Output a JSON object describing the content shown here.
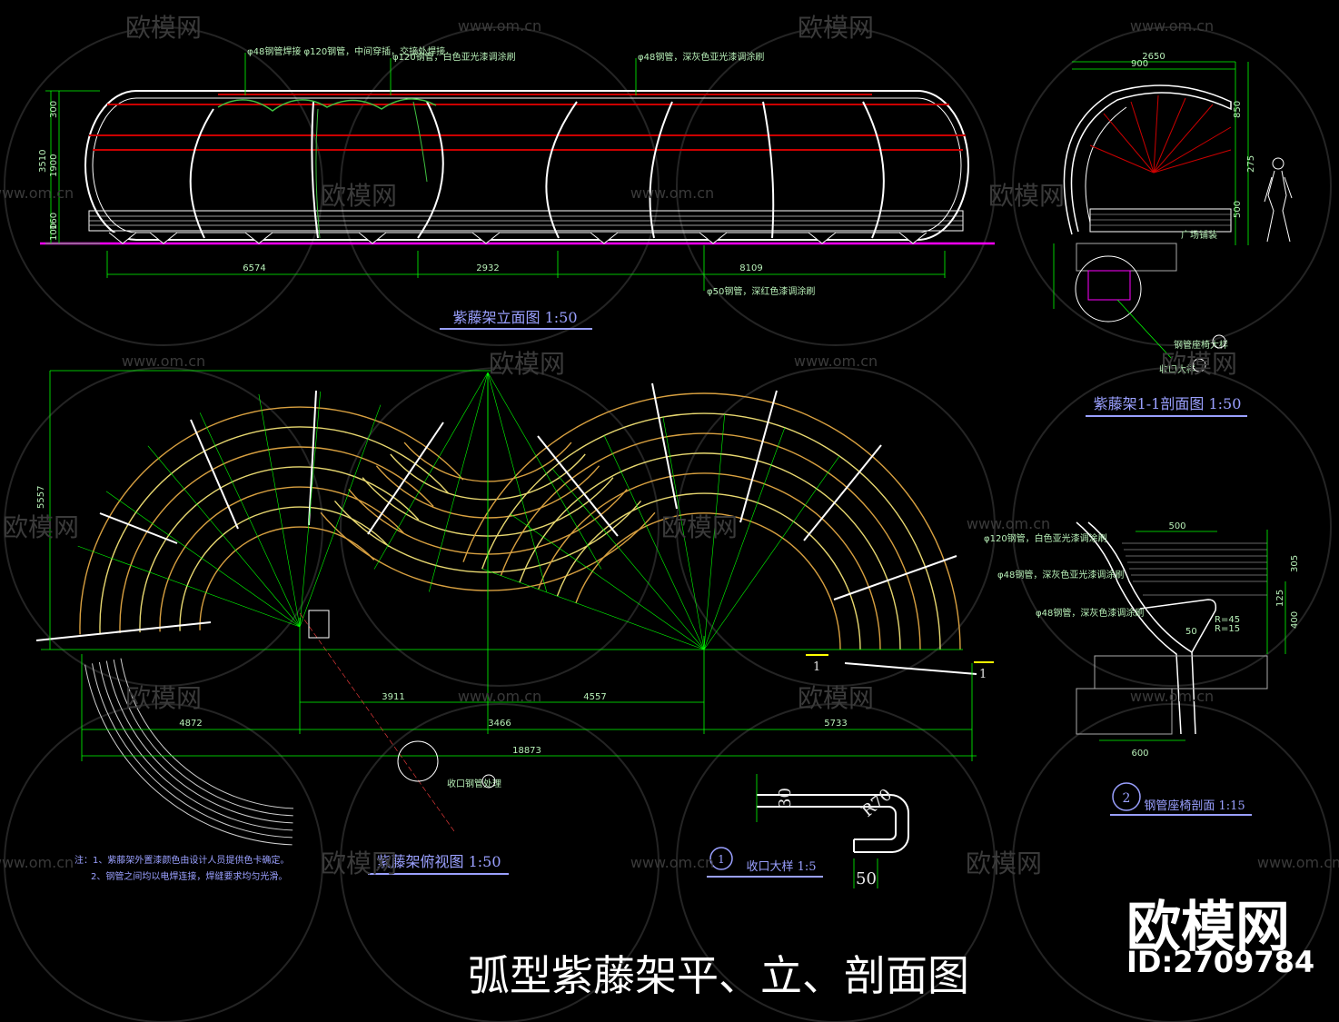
{
  "watermark": {
    "site": "www.om.cn",
    "brand": "欧模网",
    "id": "ID:2709784"
  },
  "main_title": "弧型紫藤架平、立、剖面图",
  "views": {
    "elevation": {
      "title": "紫藤架立面图 1:50",
      "dims": [
        "6574",
        "2932",
        "8109"
      ],
      "notes": [
        "φ48钢管焊接 φ120钢管，中间穿插，交接处焊接",
        "φ120钢管，白色亚光漆调涂刷",
        "φ48钢管，深灰色亚光漆调涂刷",
        "φ50钢管，深红色漆调涂刷"
      ],
      "vdims": [
        "300",
        "3510",
        "1900",
        "160",
        "100"
      ]
    },
    "section": {
      "title": "紫藤架1-1剖面图 1:50",
      "dims": [
        "2650",
        "900",
        "850",
        "275",
        "500"
      ],
      "tags": [
        "钢管座椅大样",
        "收口大样"
      ],
      "ground": "广场铺装"
    },
    "plan": {
      "title": "紫藤架俯视图 1:50",
      "dims": [
        "4872",
        "3466",
        "5733",
        "3911",
        "4557",
        "18873",
        "5557"
      ],
      "notes": [
        "注：1、紫藤架外置漆颜色由设计人员提供色卡确定。",
        "2、钢管之间均以电焊连接，焊缝要求均匀光滑。"
      ],
      "tag": "收口钢管处理",
      "section_mark": "1"
    },
    "seat": {
      "title": "钢管座椅剖面 1:15",
      "num": "2",
      "dims": [
        "500",
        "305",
        "125",
        "400",
        "600",
        "R=45",
        "R=15",
        "50"
      ],
      "notes": [
        "φ120钢管，白色亚光漆调涂刷",
        "φ48钢管，深灰色亚光漆调涂刷",
        "φ48钢管，深灰色漆调涂刷"
      ]
    },
    "detail": {
      "title": "收口大样 1:5",
      "num": "1",
      "dims": [
        "30",
        "R70",
        "50"
      ]
    }
  },
  "colors": {
    "dim": "#00ff00",
    "structure": "#ffffff",
    "rail_red": "#cc0000",
    "plan_yellow": "#e8d870",
    "plan_orange": "#d8a040",
    "magenta": "#ff00ff",
    "title_blue": "#9aa0ff"
  }
}
